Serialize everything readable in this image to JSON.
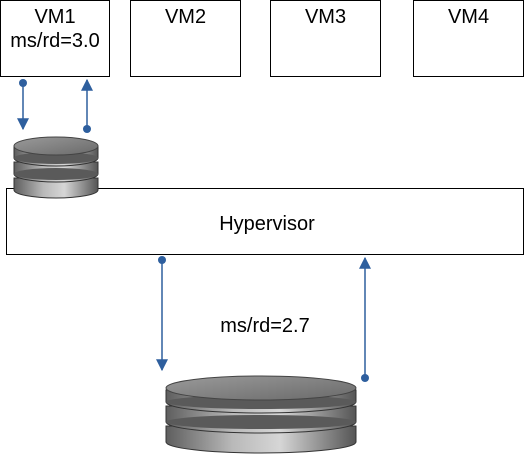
{
  "vms": [
    {
      "name": "VM1",
      "metric": "ms/rd=3.0"
    },
    {
      "name": "VM2",
      "metric": ""
    },
    {
      "name": "VM3",
      "metric": ""
    },
    {
      "name": "VM4",
      "metric": ""
    }
  ],
  "hypervisor": {
    "label": "Hypervisor"
  },
  "host_storage": {
    "metric": "ms/rd=2.7"
  },
  "colors": {
    "arrow": "#2e5f9e",
    "disk_dark": "#6f6f6f",
    "disk_light": "#c4c4c4",
    "border": "#000000"
  }
}
